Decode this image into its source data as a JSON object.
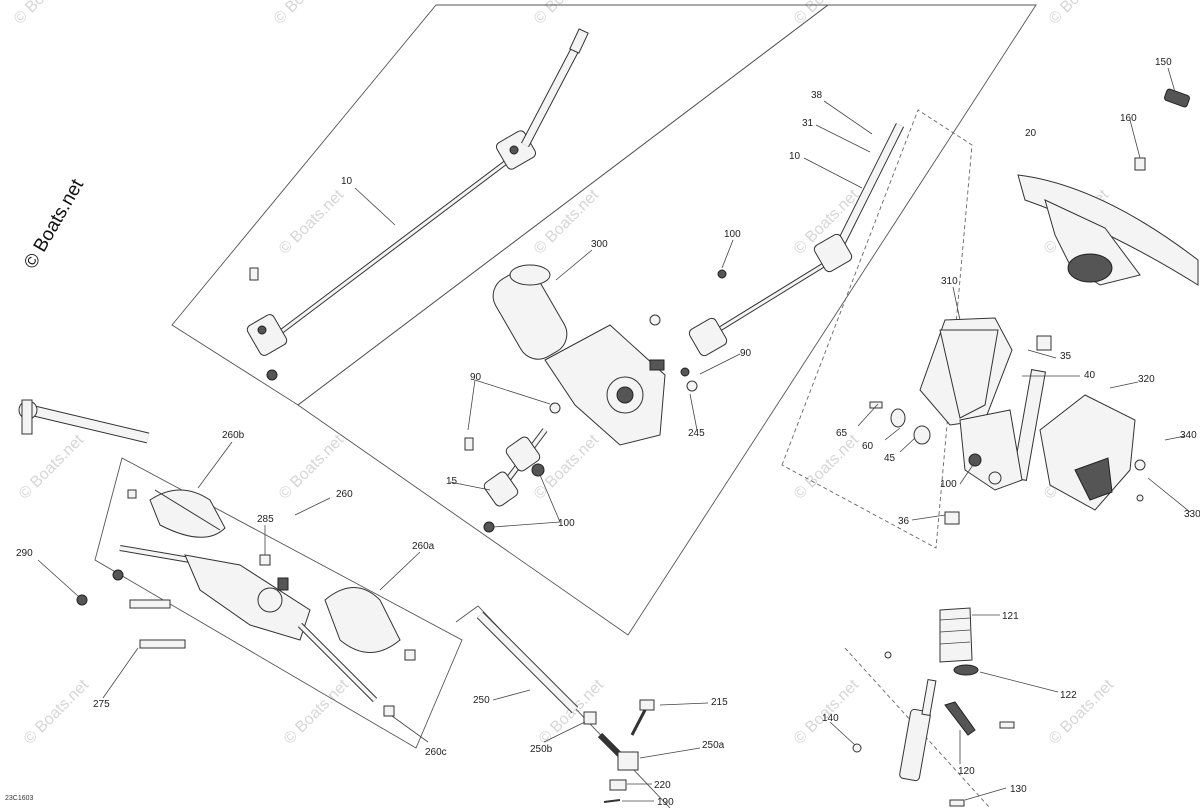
{
  "brand": {
    "label": "© Boats.net"
  },
  "watermark": {
    "label": "© Boats.net"
  },
  "diagram_code": "23C1603",
  "callouts": {
    "c150": "150",
    "c160": "160",
    "c20": "20",
    "c38": "38",
    "c31": "31",
    "c10a": "10",
    "c10b": "10",
    "c100a": "100",
    "c100b": "100",
    "c100c": "100",
    "c300": "300",
    "c310": "310",
    "c35": "35",
    "c40": "40",
    "c320": "320",
    "c340": "340",
    "c330": "330",
    "c65": "65",
    "c60": "60",
    "c45": "45",
    "c36": "36",
    "c90a": "90",
    "c90b": "90",
    "c245": "245",
    "c15": "15",
    "c260b": "260b",
    "c260": "260",
    "c285": "285",
    "c290": "290",
    "c260a": "260a",
    "c275": "275",
    "c260c": "260c",
    "c250": "250",
    "c250b": "250b",
    "c215": "215",
    "c250a": "250a",
    "c220": "220",
    "c190": "190",
    "c121": "121",
    "c122": "122",
    "c140": "140",
    "c120": "120",
    "c130": "130"
  }
}
